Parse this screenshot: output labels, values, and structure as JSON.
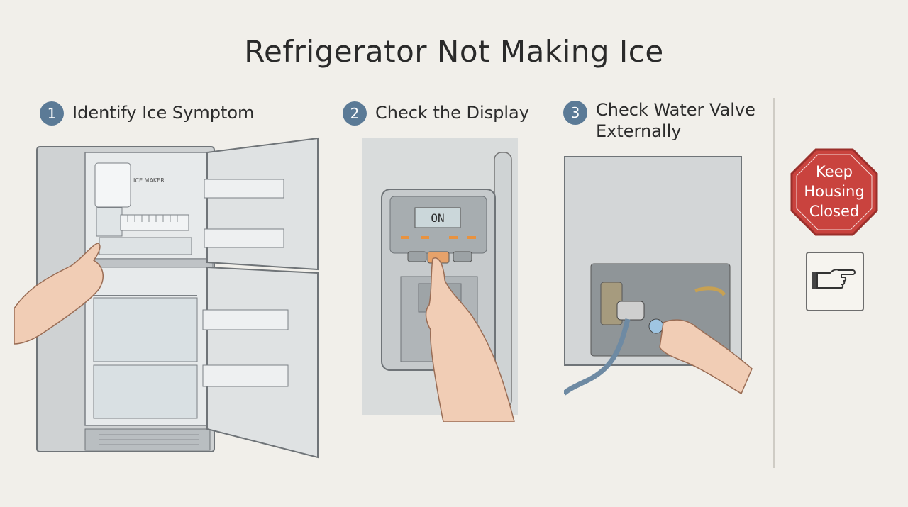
{
  "title": "Refrigerator Not Making Ice",
  "steps": [
    {
      "number": "1",
      "label": "Identify Ice Symptom"
    },
    {
      "number": "2",
      "label": "Check the Display"
    },
    {
      "number": "3",
      "label_line1": "Check Water Valve",
      "label_line2": "Externally"
    }
  ],
  "fridge": {
    "ice_maker_label": "ICE MAKER"
  },
  "display": {
    "readout": "ON"
  },
  "warning": {
    "line1": "Keep",
    "line2": "Housing",
    "line3": "Closed",
    "color": "#c9433e"
  },
  "icons": {
    "pointing": "pointing-hand-icon"
  }
}
